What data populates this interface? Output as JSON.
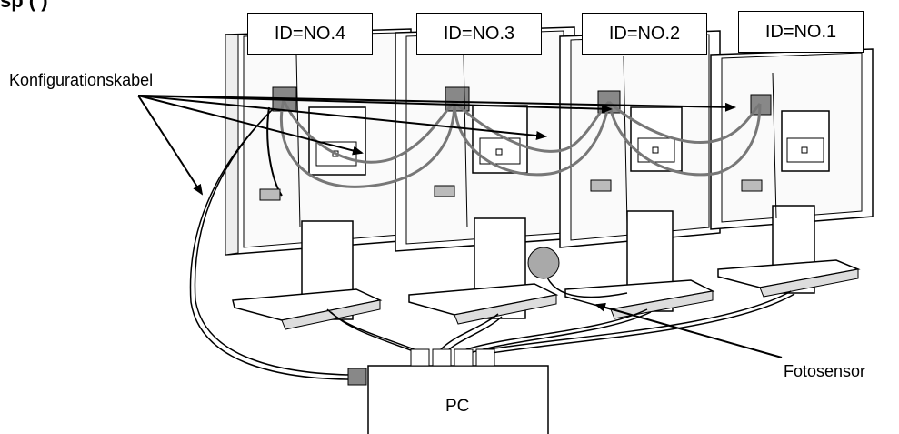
{
  "header": {
    "text": "sp  (   )"
  },
  "monitors": [
    {
      "id_label": "ID=NO.4"
    },
    {
      "id_label": "ID=NO.3"
    },
    {
      "id_label": "ID=NO.2"
    },
    {
      "id_label": "ID=NO.1"
    }
  ],
  "labels": {
    "cable": "Konfigurationskabel",
    "sensor": "Fotosensor",
    "pc": "PC"
  }
}
